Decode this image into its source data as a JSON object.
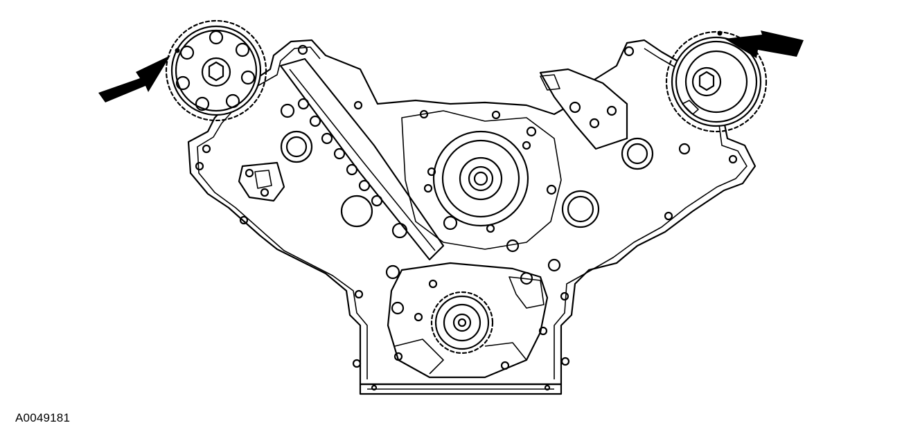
{
  "figure": {
    "id_label": "A0049181",
    "subject": "engine-front-timing-components",
    "markers": [
      {
        "name": "left-camshaft-sprocket-timing-mark",
        "pointer": "arrow-icon"
      },
      {
        "name": "right-camshaft-sprocket-timing-mark",
        "pointer": "arrow-icon"
      }
    ]
  },
  "colors": {
    "line": "#000000",
    "background": "#ffffff"
  }
}
